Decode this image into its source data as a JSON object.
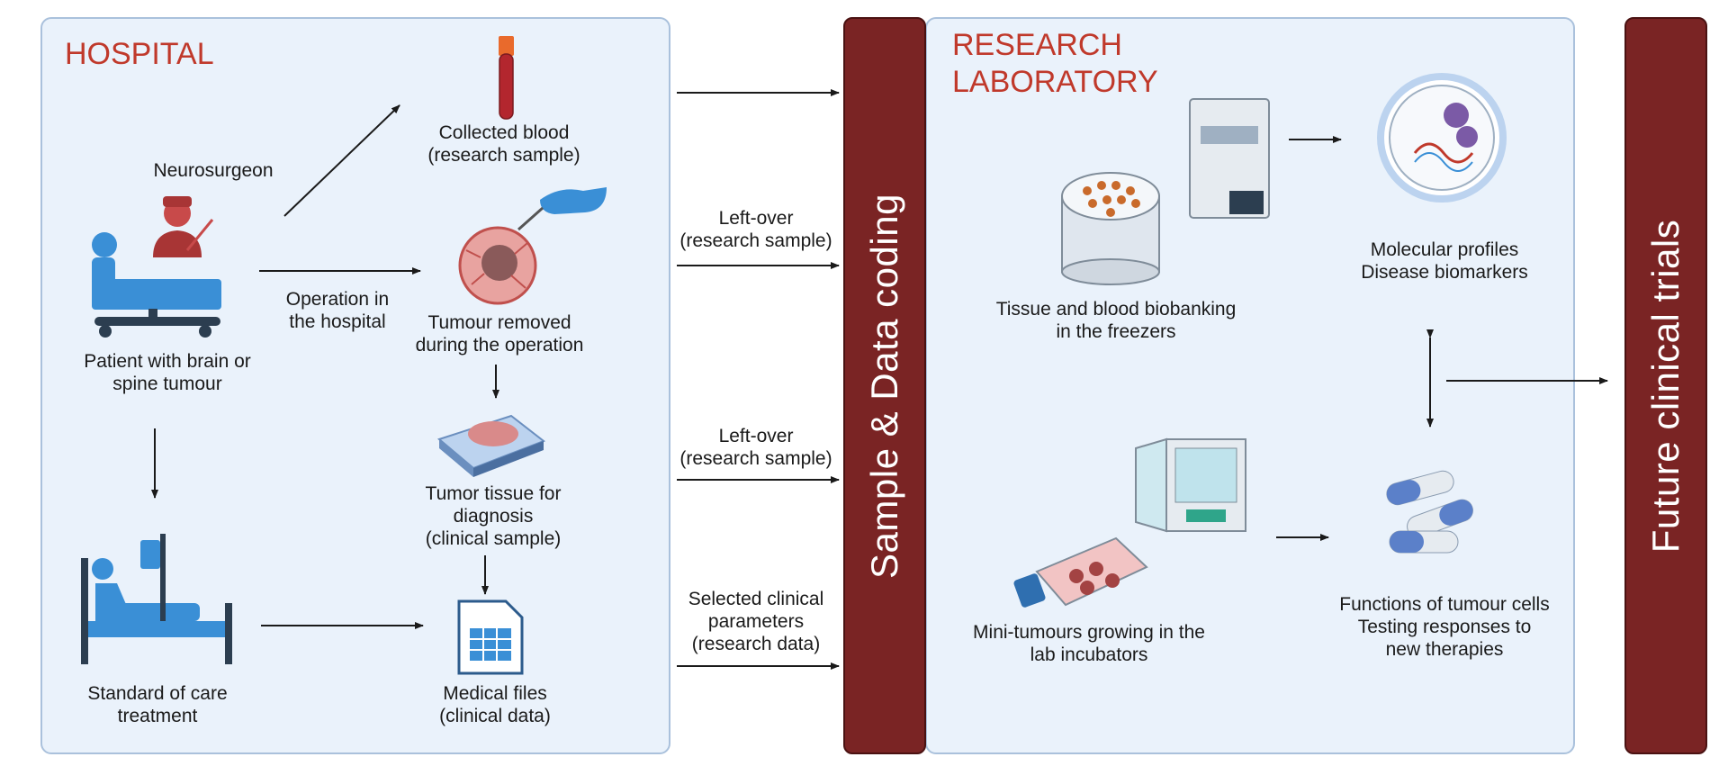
{
  "colors": {
    "panel_fill": "#eaf2fb",
    "panel_border": "#aac1dc",
    "bar_fill": "#7a2424",
    "heading": "#c0392b",
    "icon_blue": "#3a8fd6"
  },
  "hospital": {
    "title": "HOSPITAL",
    "neurosurgeon": "Neurosurgeon",
    "patient": "Patient with brain or\nspine tumour",
    "operation": "Operation in\nthe hospital",
    "collected_blood": "Collected blood\n(research sample)",
    "tumour_removed": "Tumour removed\nduring the operation",
    "tumor_tissue": "Tumor tissue for\ndiagnosis\n(clinical sample)",
    "standard_care": "Standard of care\ntreatment",
    "medical_files": "Medical files\n(clinical data)"
  },
  "transfer": {
    "leftover_1": "Left-over\n(research sample)",
    "leftover_2": "Left-over\n(research sample)",
    "clinical_params": "Selected clinical\nparameters\n(research data)"
  },
  "coding_bar": "Sample & Data coding",
  "lab": {
    "title": "RESEARCH\nLABORATORY",
    "biobanking": "Tissue and blood biobanking\nin the freezers",
    "molecular": "Molecular profiles\nDisease biomarkers",
    "mini_tumours": "Mini-tumours growing in the\nlab incubators",
    "functions": "Functions of tumour cells\nTesting responses to\nnew therapies"
  },
  "future_bar": "Future clinical trials"
}
